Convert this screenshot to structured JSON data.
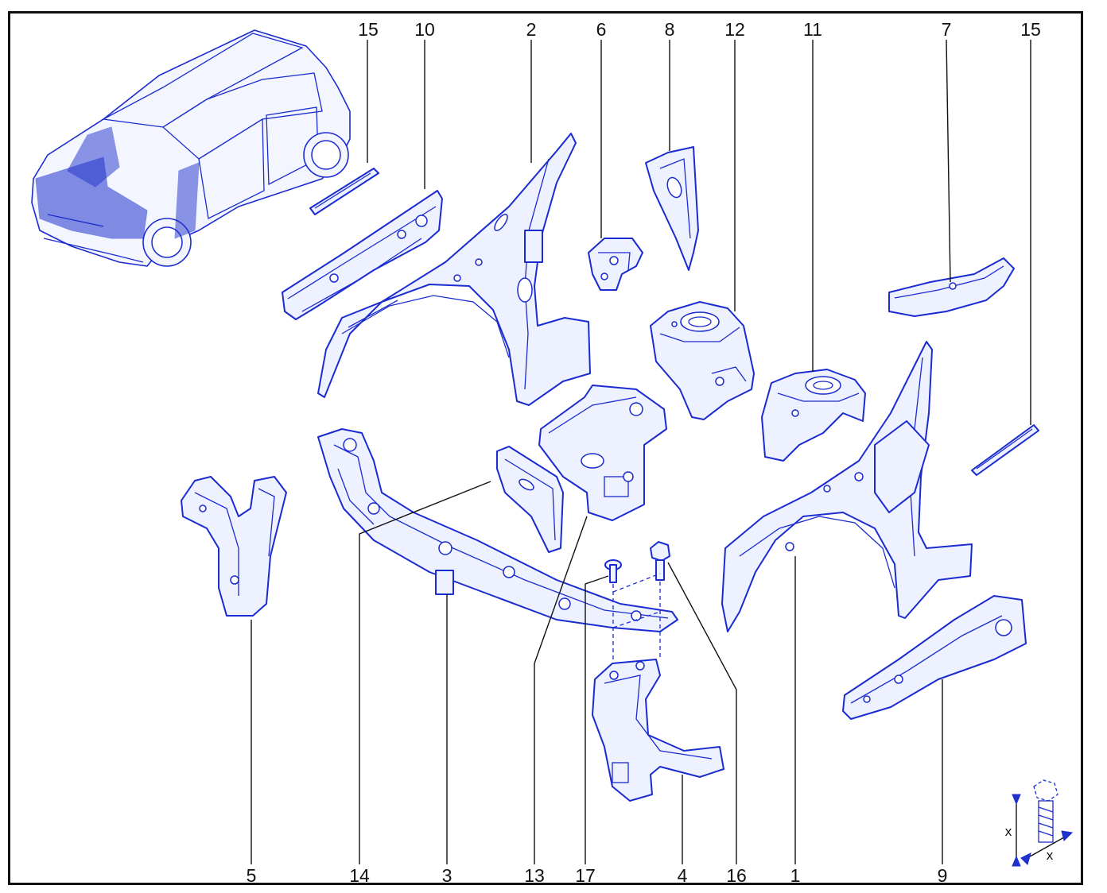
{
  "callouts_top": [
    "15",
    "10",
    "2",
    "6",
    "8",
    "12",
    "11",
    "7",
    "15"
  ],
  "callouts_bottom": [
    "5",
    "14",
    "3",
    "13",
    "17",
    "4",
    "16",
    "1",
    "9"
  ],
  "dimension_symbol": "x",
  "colors": {
    "line": "#1a2bd0",
    "fill": "#eef1ff",
    "text": "#111111"
  }
}
